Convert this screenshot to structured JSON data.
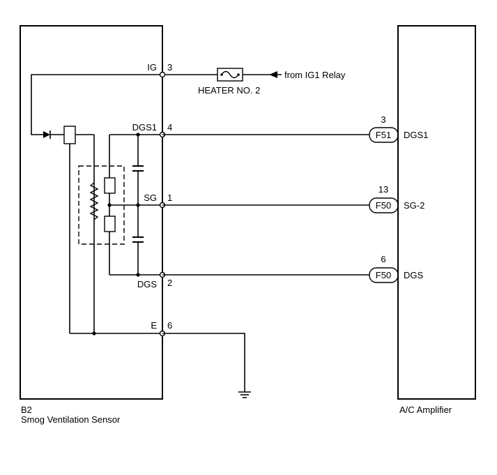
{
  "sensor": {
    "id": "B2",
    "name": "Smog Ventilation Sensor"
  },
  "amplifier": {
    "name": "A/C Amplifier"
  },
  "fuse": {
    "label": "HEATER NO. 2"
  },
  "source": {
    "label": "from IG1 Relay"
  },
  "sensor_pins": [
    {
      "name": "IG",
      "number": "3"
    },
    {
      "name": "DGS1",
      "number": "4"
    },
    {
      "name": "SG",
      "number": "1"
    },
    {
      "name": "DGS",
      "number": "2"
    },
    {
      "name": "E",
      "number": "6"
    }
  ],
  "amplifier_pins": [
    {
      "connector": "F51",
      "number": "3",
      "name": "DGS1"
    },
    {
      "connector": "F50",
      "number": "13",
      "name": "SG-2"
    },
    {
      "connector": "F50",
      "number": "6",
      "name": "DGS"
    }
  ]
}
